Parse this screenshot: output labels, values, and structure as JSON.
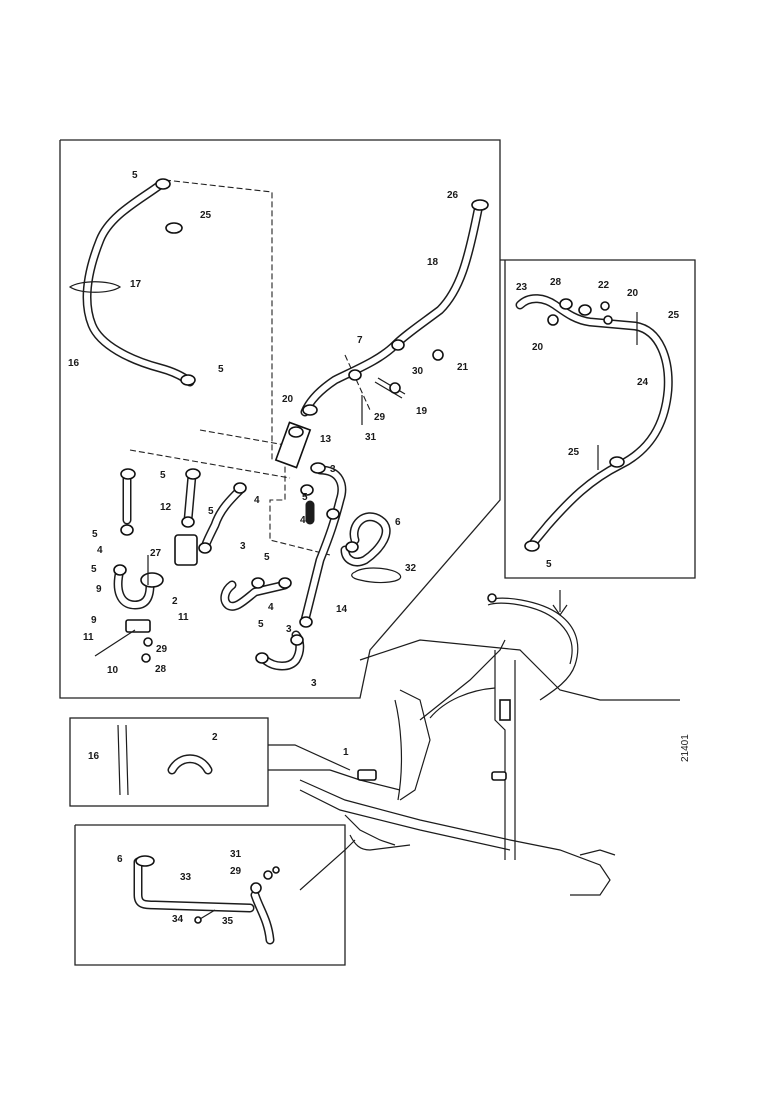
{
  "figure_number": "21401",
  "callouts": {
    "top_left_box": [
      "5",
      "25",
      "17",
      "16",
      "5"
    ],
    "top_center": [
      "26",
      "18",
      "7",
      "21",
      "30",
      "19",
      "29",
      "31",
      "20",
      "13"
    ],
    "right_box": [
      "23",
      "28",
      "22",
      "20",
      "25",
      "20",
      "24",
      "25",
      "5"
    ],
    "center_assembly": [
      "5",
      "12",
      "5",
      "4",
      "3",
      "3",
      "5",
      "4",
      "6",
      "5",
      "4",
      "27",
      "5",
      "9",
      "2",
      "11",
      "11",
      "9",
      "29",
      "10",
      "28",
      "5",
      "4",
      "14",
      "5",
      "3",
      "3",
      "32"
    ],
    "inset_middle": [
      "16",
      "2",
      "1"
    ],
    "inset_bottom": [
      "6",
      "33",
      "31",
      "29",
      "34",
      "35"
    ]
  },
  "colors": {
    "ink": "#1c1c1c",
    "paper": "#ffffff"
  }
}
